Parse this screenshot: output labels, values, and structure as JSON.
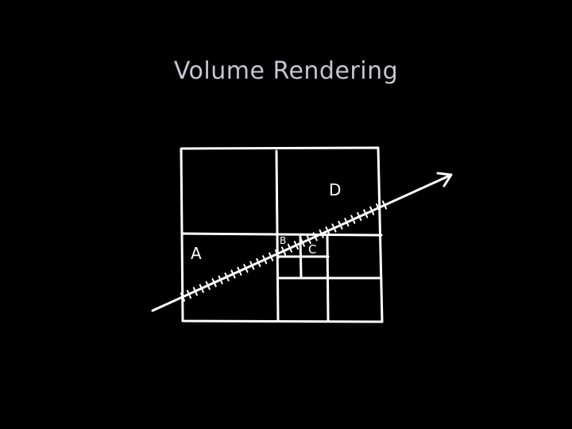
{
  "slide": {
    "title": "Volume Rendering"
  },
  "diagram": {
    "labels": {
      "a": "A",
      "b": "B",
      "c": "C",
      "d": "D"
    },
    "ray_tick_count": 33
  }
}
